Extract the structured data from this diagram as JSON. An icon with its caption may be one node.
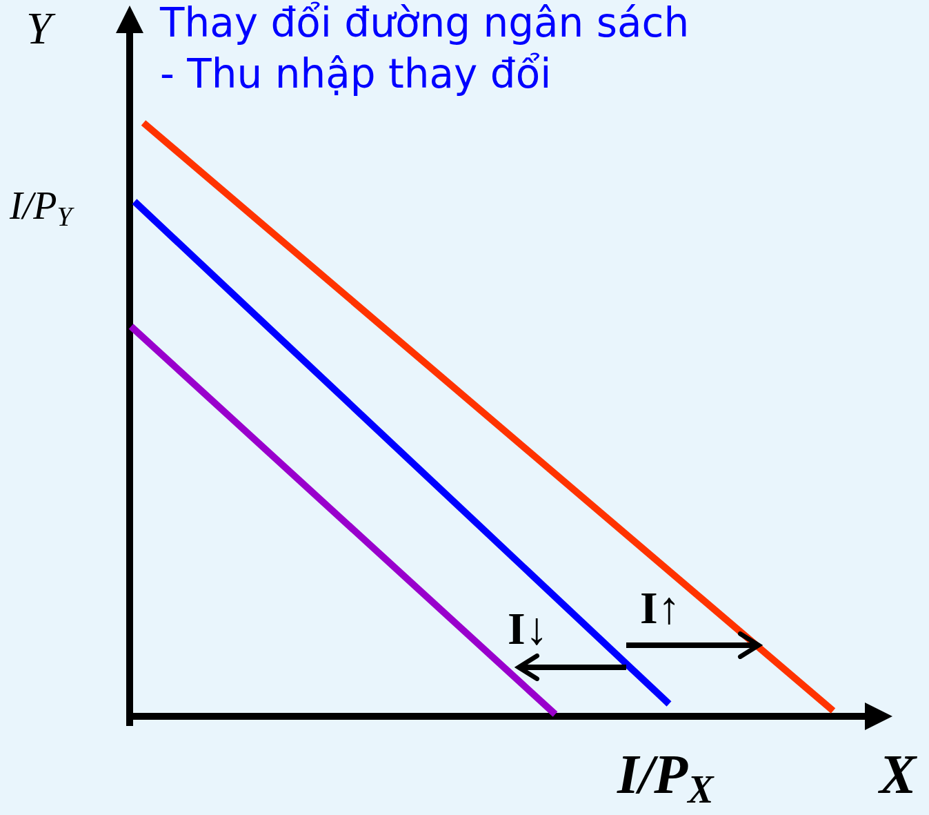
{
  "diagram": {
    "title": "Thay đổi đường ngân sách",
    "labels": [
      "- Thu nhập thay đổi",
      "Y",
      "I/P$_{Y}$",
      "I↓",
      "I↑",
      "I/P$_{X}$",
      "X"
    ]
  }
}
